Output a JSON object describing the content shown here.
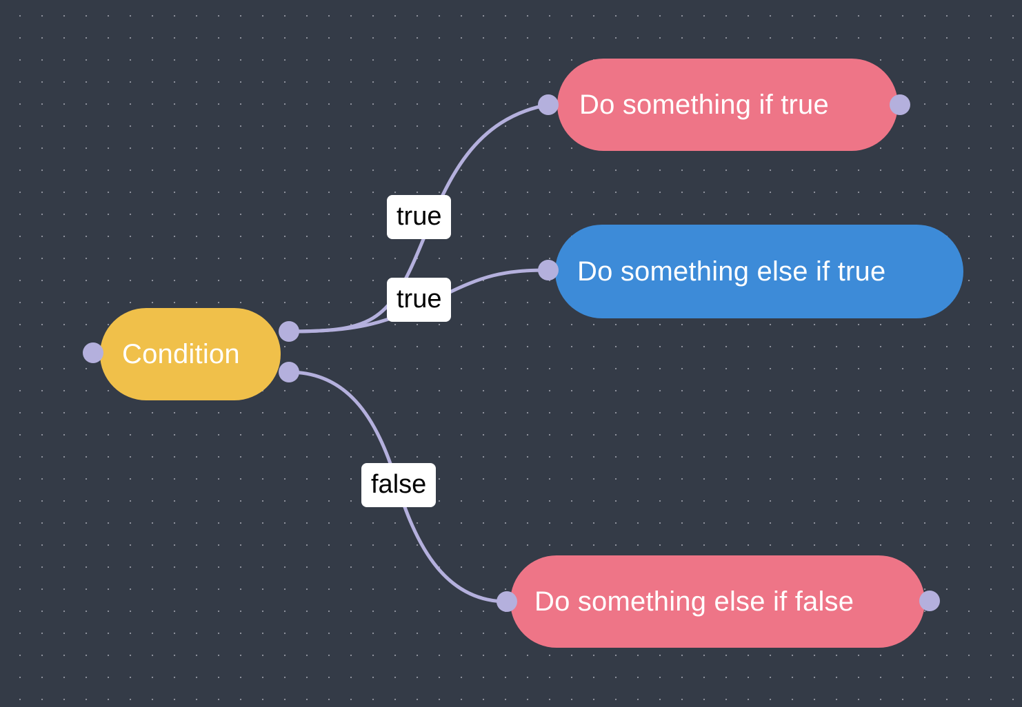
{
  "canvas": {
    "background_color": "#343b47",
    "dot_color": "#8d909b",
    "grid_spacing": 32
  },
  "theme": {
    "edge_color": "#b4b0dd",
    "port_color": "#b4b0dd",
    "label_bg": "#ffffff",
    "label_text": "#000000",
    "node_text": "#ffffff"
  },
  "nodes": [
    {
      "id": "condition",
      "label": "Condition",
      "color": "#f0c04a",
      "shape": "pill"
    },
    {
      "id": "do-if-true",
      "label": "Do something if true",
      "color": "#ee7587",
      "shape": "pill"
    },
    {
      "id": "do-else-if-true",
      "label": "Do something else if true",
      "color": "#3d8bd8",
      "shape": "pill"
    },
    {
      "id": "do-else-if-false",
      "label": "Do something else if false",
      "color": "#ee7587",
      "shape": "pill"
    }
  ],
  "edges": [
    {
      "id": "edge-true-1",
      "from": "condition",
      "to": "do-if-true",
      "label": "true"
    },
    {
      "id": "edge-true-2",
      "from": "condition",
      "to": "do-else-if-true",
      "label": "true"
    },
    {
      "id": "edge-false-1",
      "from": "condition",
      "to": "do-else-if-false",
      "label": "false"
    }
  ]
}
